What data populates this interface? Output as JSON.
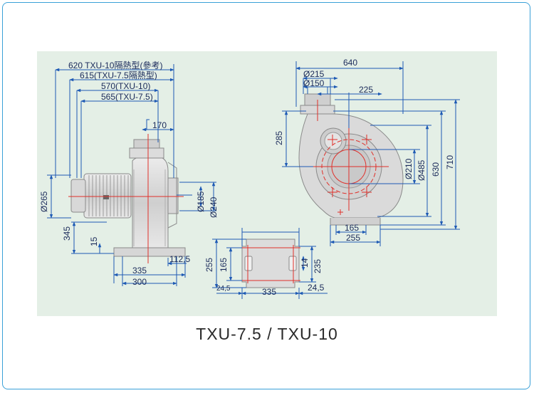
{
  "caption": "TXU-7.5 / TXU-10",
  "colors": {
    "dimension": "#1e5ab4",
    "centerline": "#e0302a",
    "outline": "#8a8a8a",
    "panel": "#e4efe6",
    "border": "#3aa0d8"
  },
  "side_view": {
    "dim_620": "620 TXU-10隔熱型(參考)",
    "dim_615": "615(TXU-7.5隔熱型)",
    "dim_570": "570(TXU-10)",
    "dim_565": "565(TXU-7.5)",
    "dim_170": "170",
    "dim_d265": "Ø265",
    "dim_d185": "Ø185",
    "dim_d240": "Ø240",
    "dim_345": "345",
    "dim_15": "15",
    "dim_112_5": "112,5",
    "dim_335": "335",
    "dim_300": "300"
  },
  "front_view": {
    "dim_640": "640",
    "dim_d215": "Ø215",
    "dim_d150": "Ø150",
    "dim_225": "225",
    "dim_285": "285",
    "dim_d210": "Ø210",
    "dim_d485": "Ø485",
    "dim_630": "630",
    "dim_710": "710",
    "dim_165": "165",
    "dim_255": "255"
  },
  "base_view": {
    "dim_255": "255",
    "dim_165": "165",
    "dim_14": "14",
    "dim_235": "235",
    "dim_24_5_left": "24,5",
    "dim_335": "335",
    "dim_24_5_right": "24,5"
  }
}
